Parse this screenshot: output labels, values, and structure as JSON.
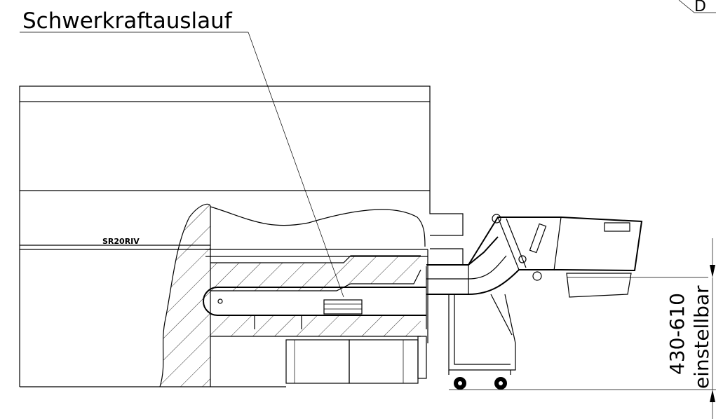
{
  "labels": {
    "callout": "Schwerkraftauslauf",
    "model": "SR20RIV",
    "height_range": "430-610",
    "height_adjustable": "einstellbar",
    "corner_tag": "D"
  }
}
